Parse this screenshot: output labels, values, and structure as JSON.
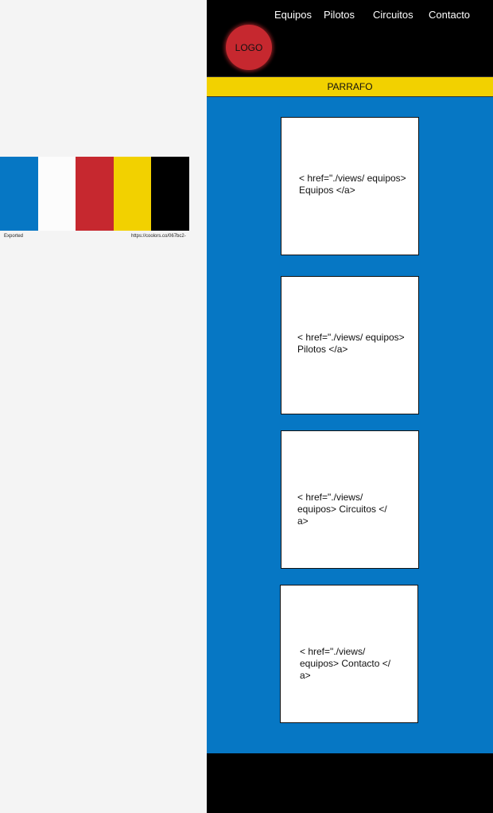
{
  "palette": {
    "colors": [
      "#0677c4",
      "#fcfcfc",
      "#c6282f",
      "#f2d100",
      "#000000"
    ],
    "caption_left": "Exported",
    "caption_right": "https://coolors.co/067bc2-"
  },
  "header": {
    "nav": [
      "Equipos",
      "Pilotos",
      "Circuitos",
      "Contacto"
    ],
    "logo": "LOGO"
  },
  "banner": {
    "text": "PARRAFO"
  },
  "cards": [
    {
      "text": "< href=\"./views/ equipos> Equipos </a>"
    },
    {
      "text": "< href=\"./views/ equipos> Pilotos </a>"
    },
    {
      "text": "< href=\"./views/ equipos> Circuitos </ a>"
    },
    {
      "text": "< href=\"./views/ equipos> Contacto </ a>"
    }
  ],
  "colors": {
    "blue": "#0677c4",
    "yellow": "#f2d100",
    "red": "#c6282f",
    "black": "#000000",
    "white": "#ffffff"
  }
}
